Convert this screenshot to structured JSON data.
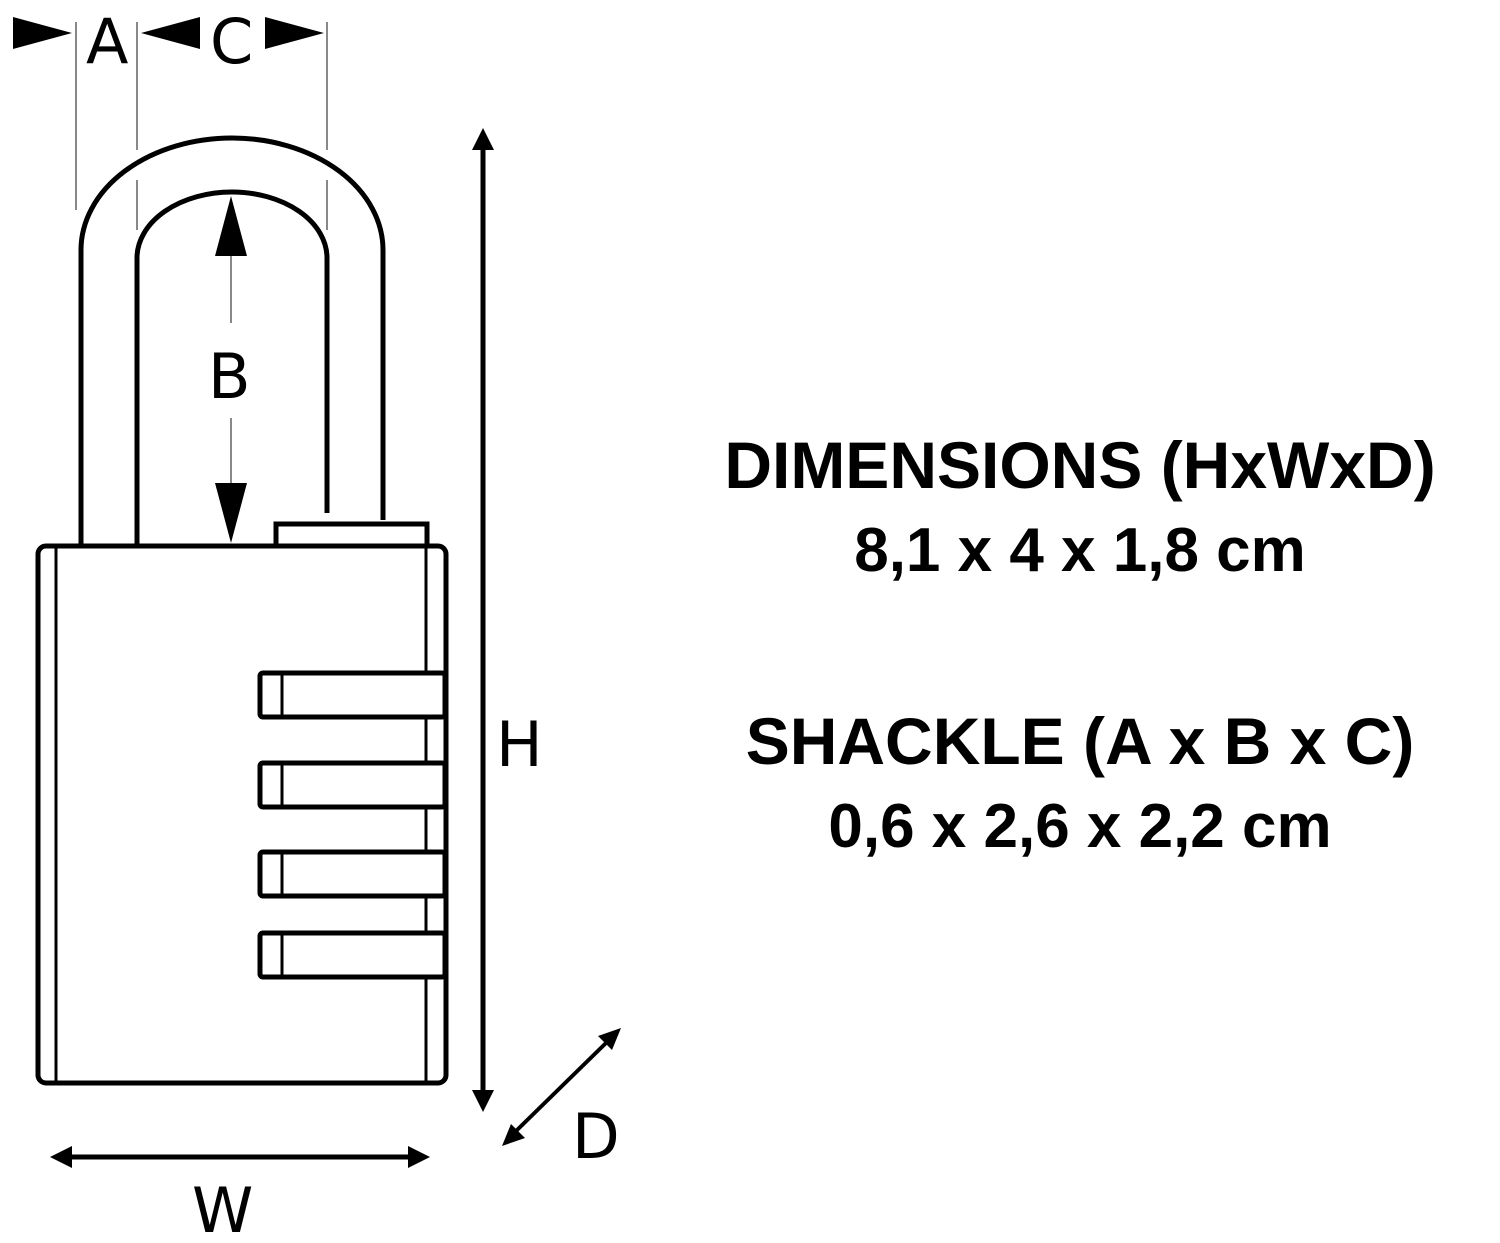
{
  "diagram": {
    "subject": "combination padlock",
    "labels": {
      "A": "A",
      "B": "B",
      "C": "C",
      "H": "H",
      "W": "W",
      "D": "D"
    },
    "dial_count": 4,
    "stroke_color": "#000000",
    "guide_color": "#888888",
    "background": "#ffffff"
  },
  "specs": {
    "dimensions": {
      "title": "DIMENSIONS (HxWxD)",
      "value": "8,1 x 4 x 1,8 cm"
    },
    "shackle": {
      "title": "SHACKLE (A x B x C)",
      "value": "0,6 x 2,6 x 2,2 cm"
    }
  }
}
